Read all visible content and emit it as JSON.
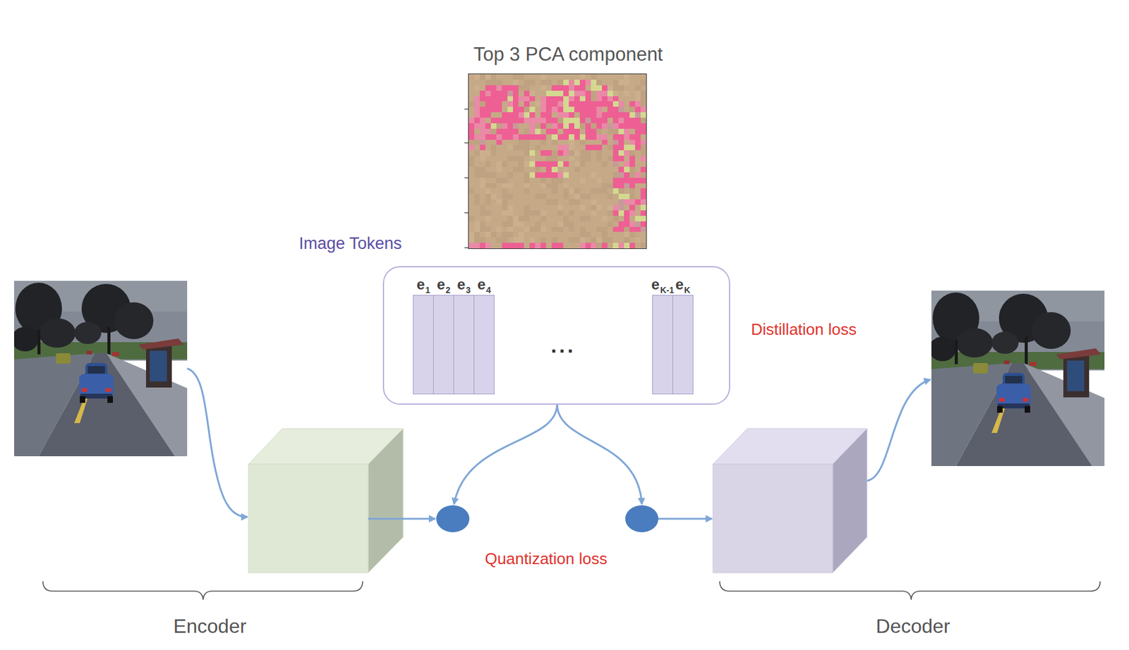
{
  "diagram": {
    "nodes": [
      {
        "text": [
          "Top 3 PCA component"
        ]
      },
      {
        "text": [
          "Image Tokens"
        ]
      },
      {
        "text": [
          "e1"
        ],
        "in": 1
      },
      {
        "text": [
          "e2"
        ],
        "in": 1
      },
      {
        "text": [
          "e3"
        ],
        "in": 1
      },
      {
        "text": [
          "e4"
        ],
        "in": 1
      },
      {
        "text": [
          "eK-1"
        ],
        "in": 1
      },
      {
        "text": [
          "eK"
        ],
        "in": 1
      }
    ],
    "labels": [
      "...",
      "Distillation loss",
      "Quantization loss",
      "Encoder",
      "Decoder"
    ]
  }
}
